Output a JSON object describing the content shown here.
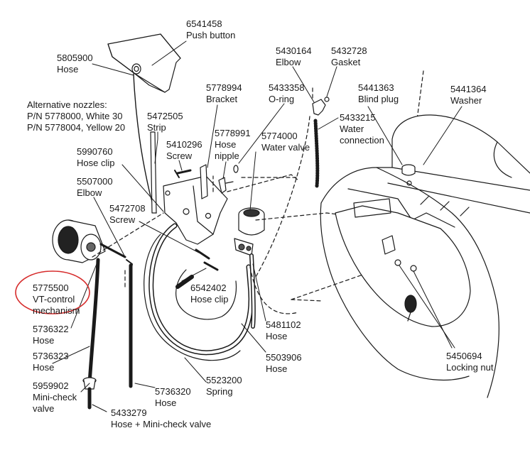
{
  "colors": {
    "line": "#1a1a1a",
    "highlight": "#d62b2b",
    "background": "#ffffff"
  },
  "callouts": {
    "push_button": {
      "number": "6541458",
      "name": "Push button"
    },
    "hose_top": {
      "number": "5805900",
      "name": "Hose"
    },
    "alt_nozzles": {
      "line1": "Alternative nozzles:",
      "line2": "P/N 5778000, White 30",
      "line3": "P/N 5778004, Yellow 20"
    },
    "strip": {
      "number": "5472505",
      "name": "Strip"
    },
    "bracket": {
      "number": "5778994",
      "name": "Bracket"
    },
    "oring": {
      "number": "5433358",
      "name": "O-ring"
    },
    "elbow_top": {
      "number": "5430164",
      "name": "Elbow"
    },
    "gasket": {
      "number": "5432728",
      "name": "Gasket"
    },
    "blind_plug": {
      "number": "5441363",
      "name": "Blind plug"
    },
    "washer": {
      "number": "5441364",
      "name": "Washer"
    },
    "water_connection": {
      "number": "5433215",
      "name1": "Water",
      "name2": "connection"
    },
    "screw_top": {
      "number": "5410296",
      "name": "Screw"
    },
    "hose_nipple": {
      "number": "5778991",
      "name1": "Hose",
      "name2": "nipple"
    },
    "water_valve": {
      "number": "5774000",
      "name": "Water valve"
    },
    "hose_clip_left": {
      "number": "5990760",
      "name": "Hose clip"
    },
    "elbow_left": {
      "number": "5507000",
      "name": "Elbow"
    },
    "screw_mid": {
      "number": "5472708",
      "name": "Screw"
    },
    "vt_control": {
      "number": "5775500",
      "name1": "VT-control",
      "name2": "mechanism"
    },
    "hose_clip_mid": {
      "number": "6542402",
      "name": "Hose clip"
    },
    "hose_right": {
      "number": "5481102",
      "name": "Hose"
    },
    "hose_a": {
      "number": "5736322",
      "name": "Hose"
    },
    "hose_b": {
      "number": "5736323",
      "name": "Hose"
    },
    "hose_c": {
      "number": "5503906",
      "name": "Hose"
    },
    "spring": {
      "number": "5523200",
      "name": "Spring"
    },
    "mini_check": {
      "number": "5959902",
      "name1": "Mini-check",
      "name2": "valve"
    },
    "hose_d": {
      "number": "5736320",
      "name": "Hose"
    },
    "hose_mini_check": {
      "number": "5433279",
      "name": "Hose + Mini-check valve"
    },
    "locking_nut": {
      "number": "5450694",
      "name": "Locking nut"
    }
  }
}
